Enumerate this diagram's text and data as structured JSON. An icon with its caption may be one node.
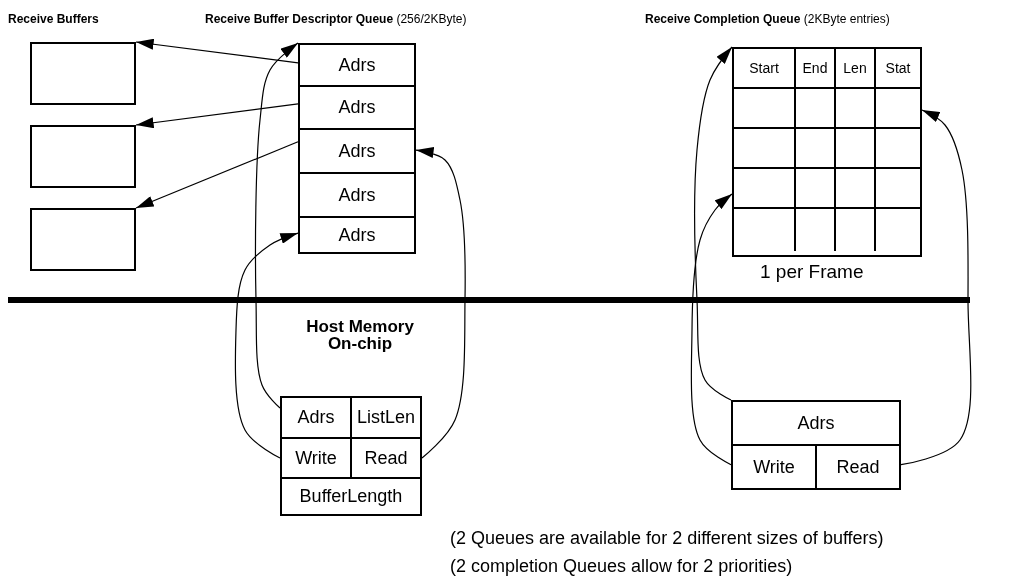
{
  "diagram": {
    "nodes": [
      {
        "text": [],
        "shape": "box"
      },
      {
        "text": [],
        "shape": "box"
      },
      {
        "text": [],
        "shape": "box"
      },
      {
        "text": [
          "Adrs"
        ]
      },
      {
        "text": [
          "Adrs"
        ]
      },
      {
        "text": [
          "Adrs"
        ]
      },
      {
        "text": [
          "Adrs"
        ]
      },
      {
        "text": [
          "Adrs"
        ]
      },
      {
        "text": [
          "Start",
          "End",
          "Len",
          "Stat"
        ],
        "beside": [
          "1 per Frame"
        ]
      },
      {
        "text": [
          "Adrs"
        ]
      },
      {
        "text": [
          "ListLen"
        ]
      },
      {
        "text": [
          "Write"
        ]
      },
      {
        "text": [
          "Read"
        ]
      },
      {
        "text": [
          "BufferLength"
        ]
      },
      {
        "text": [
          "Adrs"
        ]
      },
      {
        "text": [
          "Write"
        ]
      },
      {
        "text": [
          "Read"
        ]
      }
    ],
    "edges": [
      {
        "from": 3,
        "to": 0,
        "arrow": "to"
      },
      {
        "from": 4,
        "to": 1,
        "arrow": "to"
      },
      {
        "from": 5,
        "to": 2,
        "arrow": "to"
      },
      {
        "from": 9,
        "to": 3,
        "arrow": "to"
      },
      {
        "from": 11,
        "to": 7,
        "arrow": "to"
      },
      {
        "from": 12,
        "to": 5,
        "arrow": "to"
      },
      {
        "from": 14,
        "to": 8,
        "arrow": "to"
      },
      {
        "from": 15,
        "to": 8,
        "arrow": "to"
      },
      {
        "from": 16,
        "to": 8,
        "arrow": "to"
      }
    ],
    "labels": [
      "Receive Buffers",
      "**Receive Buffer Descriptor Queue** (256/2KByte)",
      "**Receive Completion Queue** (2KByte entries)",
      "Host Memory On-chip",
      "(2 Queues are available for 2 different sizes of buffers)",
      "(2 completion Queues allow for 2 priorities)"
    ]
  }
}
